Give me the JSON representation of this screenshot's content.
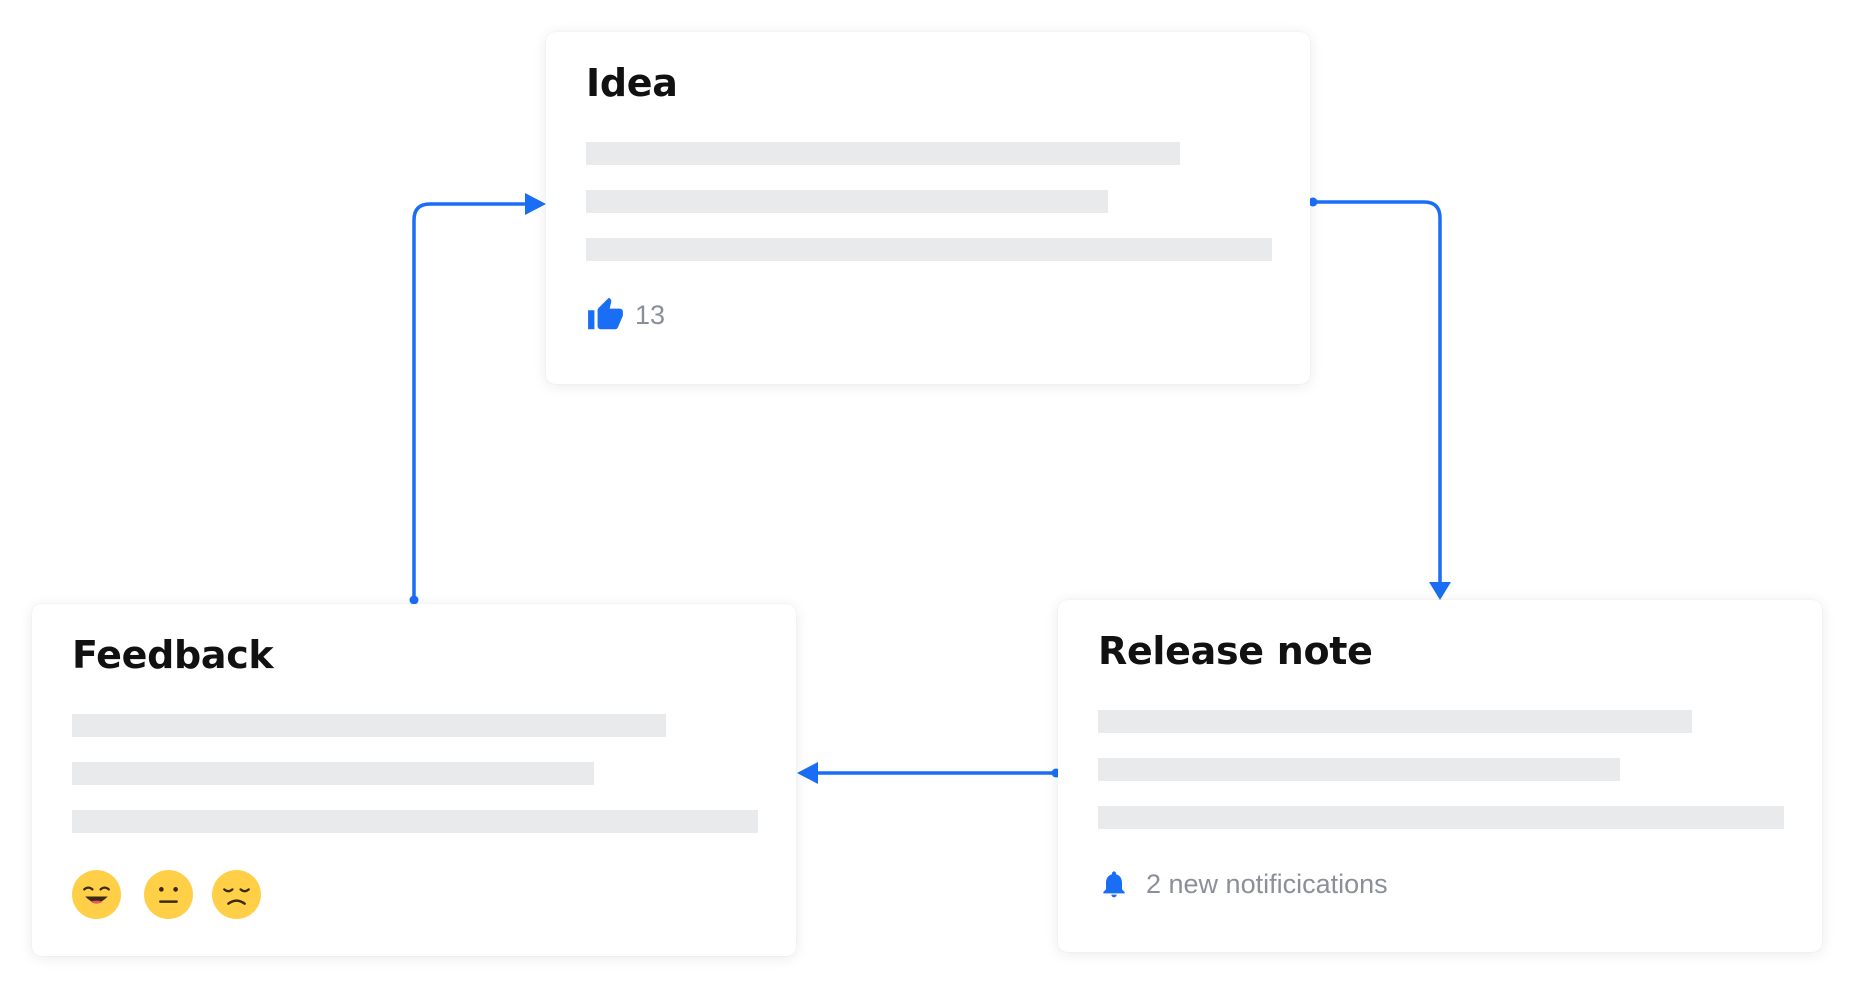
{
  "accent_color": "#1a6ef5",
  "skeleton_color": "#e9eaec",
  "emoji_color": "#ffcf48",
  "cards": {
    "idea": {
      "title": "Idea",
      "like_icon": "thumbs-up-icon",
      "like_count": "13"
    },
    "release_note": {
      "title": "Release note",
      "notification_icon": "bell-icon",
      "notification_text": "2 new notificications"
    },
    "feedback": {
      "title": "Feedback",
      "reactions": [
        "smiling-face-icon",
        "neutral-face-icon",
        "sad-face-icon"
      ]
    }
  }
}
